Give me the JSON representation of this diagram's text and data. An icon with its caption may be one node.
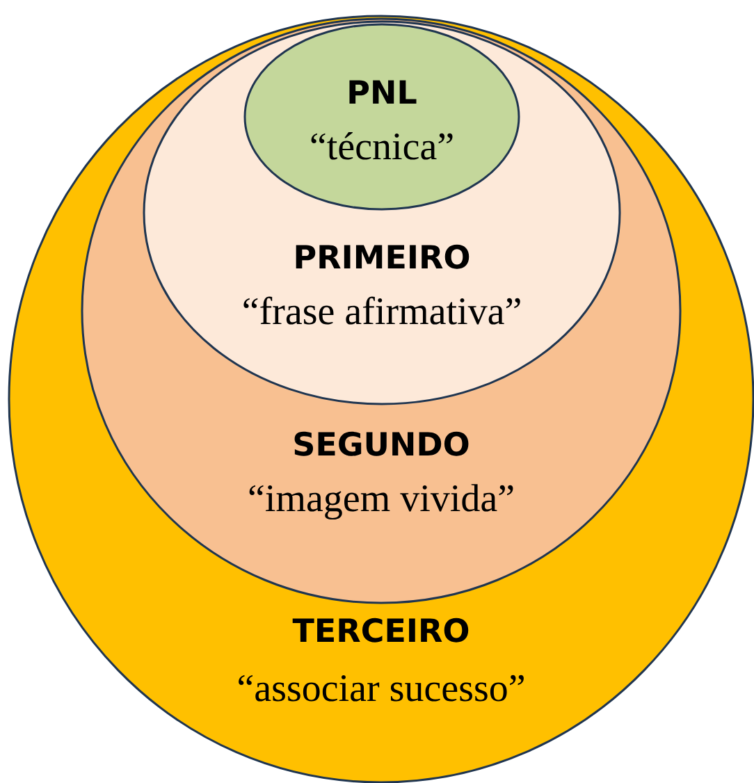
{
  "diagram": {
    "nodes": [
      {
        "text": [
          "TERCEIRO",
          "“associar sucesso”"
        ]
      },
      {
        "text": [
          "SEGUNDO",
          "“imagem vivida”"
        ],
        "in": 0
      },
      {
        "text": [
          "PRIMEIRO",
          "“frase afirmativa”"
        ],
        "in": 1
      },
      {
        "text": [
          "PNL",
          "“técnica”"
        ],
        "in": 2
      }
    ]
  }
}
